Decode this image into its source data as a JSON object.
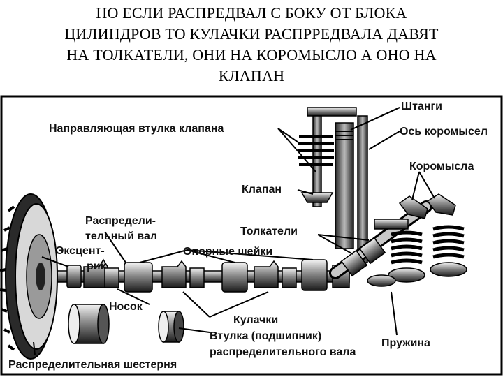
{
  "slide": {
    "title_lines": [
      "НО ЕСЛИ РАСПРЕДВАЛ С БОКУ ОТ БЛОКА",
      "ЦИЛИНДРОВ ТО КУЛАЧКИ РАСПРРЕДВАЛА ДАВЯТ",
      "НА ТОЛКАТЕЛИ, ОНИ НА КОРОМЫСЛО А ОНО НА",
      "КЛАПАН"
    ]
  },
  "figure": {
    "labels": {
      "rods": "Штанги",
      "rocker_axis": "Ось коромысел",
      "valve_guide": "Направляющая втулка клапана",
      "rockers": "Коромысла",
      "valve": "Клапан",
      "camshaft_1": "Распредели-",
      "camshaft_2": "тельный вал",
      "pushers": "Толкатели",
      "eccentric_1": "Эксцент-",
      "eccentric_2": "рик",
      "journals": "Опорные шейки",
      "nose": "Носок",
      "cams": "Кулачки",
      "bushing_1": "Втулка (подшипник)",
      "bushing_2": "распределительного вала",
      "spring": "Пружина",
      "gear": "Распределительная шестерня"
    }
  }
}
